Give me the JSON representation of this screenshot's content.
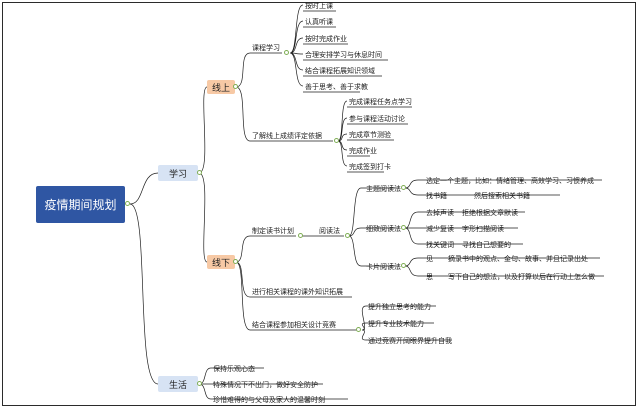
{
  "title": "疫情期间规划",
  "branches": {
    "study": {
      "label": "学习",
      "online": {
        "label": "线上",
        "course_study": {
          "label": "课程学习",
          "items": [
            "按时上课",
            "认真听课",
            "按时完成作业",
            "合理安排学习与休息时间",
            "结合课程拓展知识领域",
            "善于思考、善于求教"
          ]
        },
        "evaluation": {
          "label": "了解线上成绩评定依据",
          "items": [
            "完成课程任务点学习",
            "参与课程活动讨论",
            "完成章节测验",
            "完成作业",
            "完成签到打卡"
          ]
        }
      },
      "offline": {
        "label": "线下",
        "reading_plan": {
          "label": "制定读书计划",
          "method": "阅读法",
          "theme": {
            "label": "主题阅读法",
            "note1": "选定一个主题，比如：情绪管理、高效学习、习惯养成",
            "note2_key": "找书籍",
            "note2_val": "然后搜索相关书籍"
          },
          "detail": {
            "label": "细致阅读法",
            "rows": [
              [
                "去掉声读",
                "拒绝根据文章默读"
              ],
              [
                "减少复读",
                "字形扫描阅读"
              ],
              [
                "找关键词",
                "寻找自己想要的"
              ]
            ]
          },
          "card": {
            "label": "卡片阅读法",
            "rows": [
              [
                "见",
                "摘录书中的观点、金句、故事、并且记录出处"
              ],
              [
                "思",
                "写下自己的想法，以及打算以后在行动上怎么做"
              ]
            ]
          }
        },
        "extension": "进行相关课程的课外知识拓展",
        "competition": {
          "label": "结合课程参加相关设计竞赛",
          "items": [
            "提升独立思考的能力",
            "提升专业技术能力",
            "通过竞赛开阔眼界提升自我"
          ]
        }
      }
    },
    "life": {
      "label": "生活",
      "items": [
        "保持乐观心态",
        "特殊情况下不出门，做好安全防护",
        "珍惜难得的与父母及家人的温馨时刻"
      ]
    }
  },
  "colors": {
    "root": "#2f56a3",
    "level1": "#d7e3f4",
    "level2": "#f7c9a5",
    "line": "#1f1f1f",
    "dot": "#7fae55"
  }
}
